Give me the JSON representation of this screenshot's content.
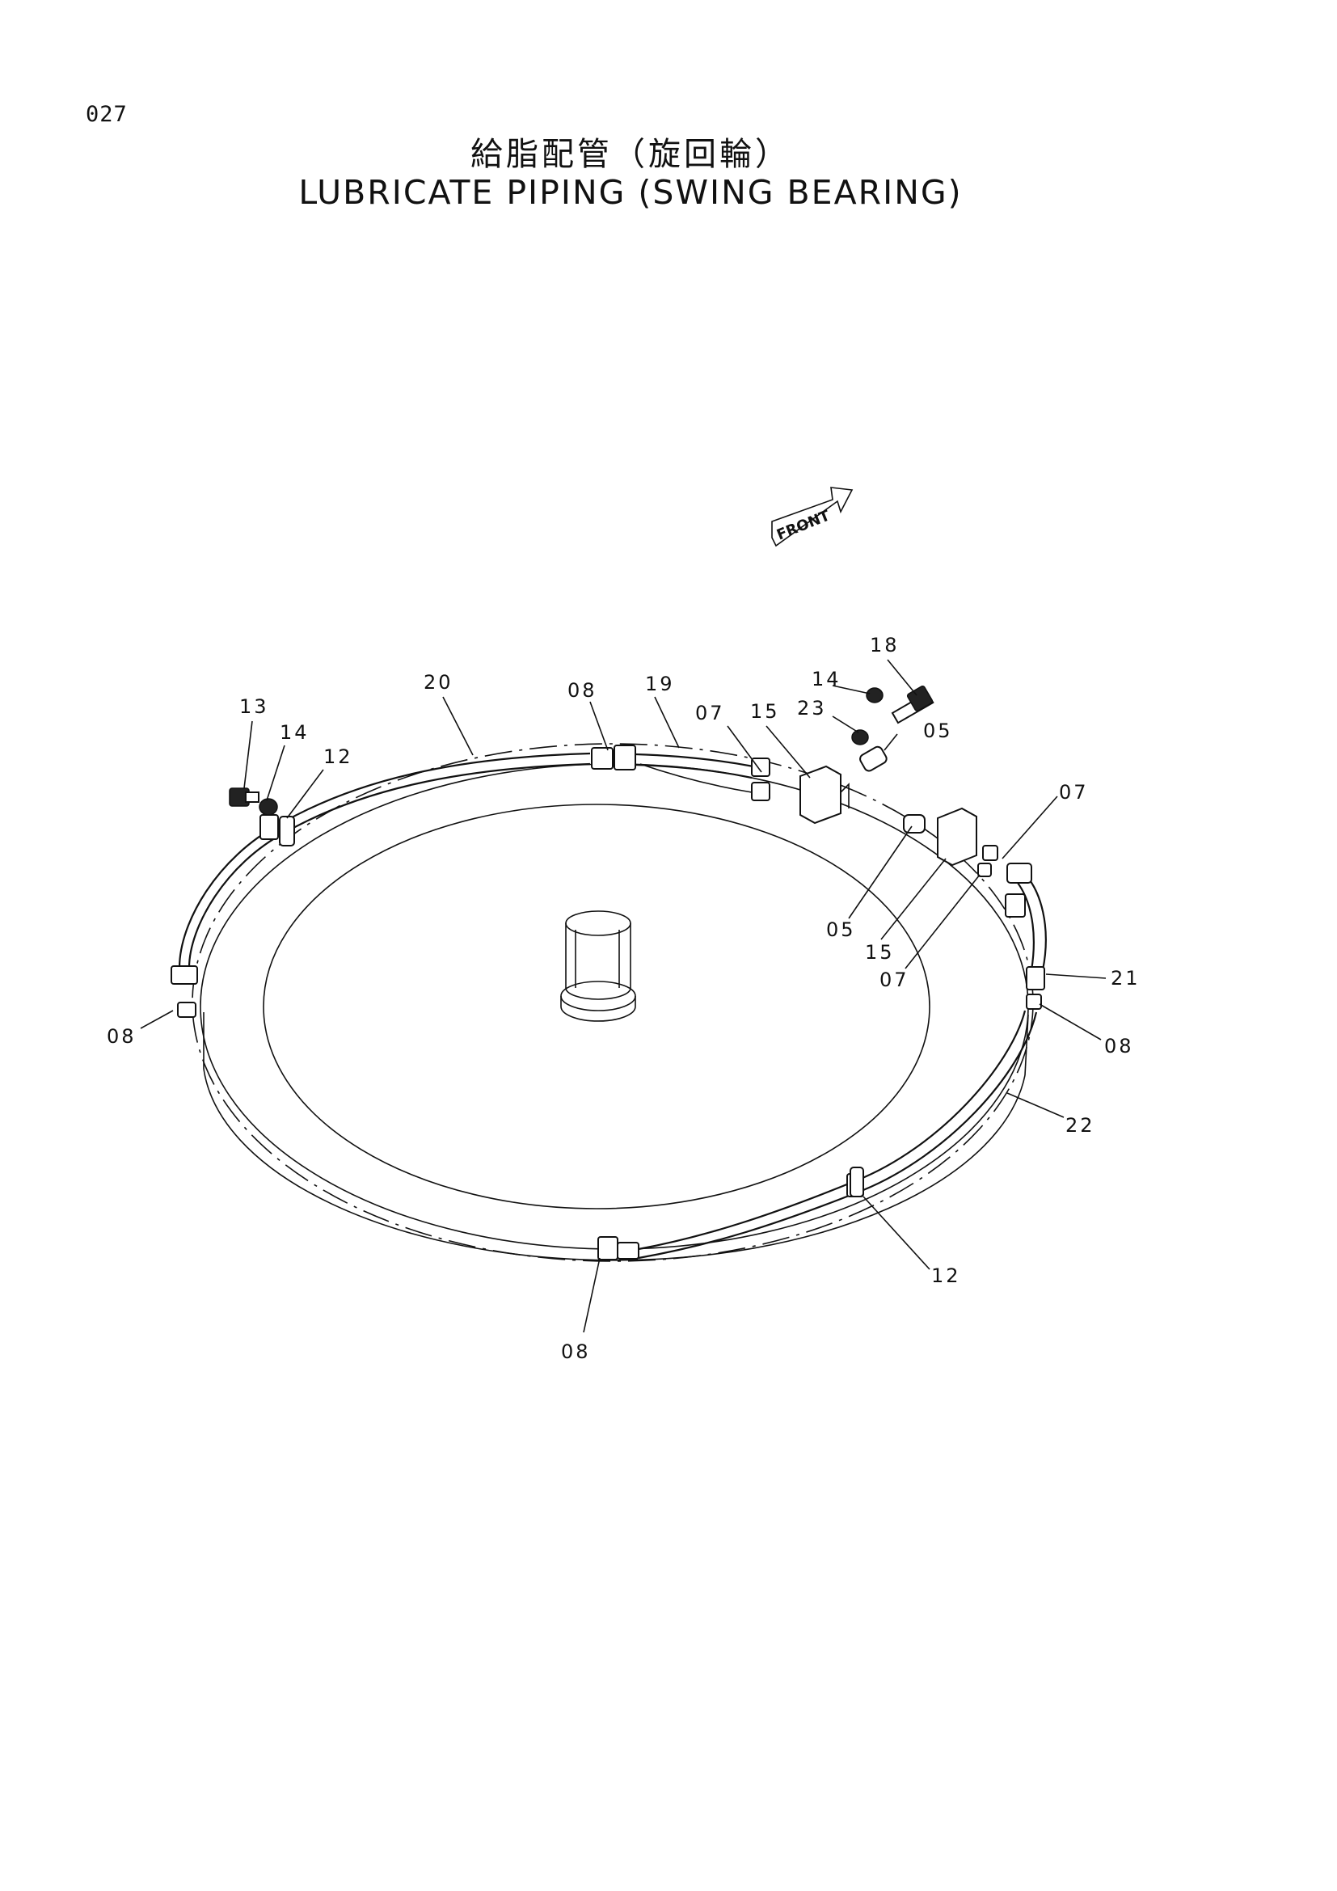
{
  "page_number": "027",
  "title_jp": "給脂配管（旋回輪）",
  "title_en": "LUBRICATE PIPING (SWING BEARING)",
  "front_label": "FRONT",
  "callouts": [
    {
      "id": "c13",
      "text": "13"
    },
    {
      "id": "c14a",
      "text": "14"
    },
    {
      "id": "c12a",
      "text": "12"
    },
    {
      "id": "c20",
      "text": "20"
    },
    {
      "id": "c08a",
      "text": "08"
    },
    {
      "id": "c19",
      "text": "19"
    },
    {
      "id": "c07a",
      "text": "07"
    },
    {
      "id": "c15a",
      "text": "15"
    },
    {
      "id": "c23",
      "text": "23"
    },
    {
      "id": "c14b",
      "text": "14"
    },
    {
      "id": "c18",
      "text": "18"
    },
    {
      "id": "c05a",
      "text": "05"
    },
    {
      "id": "c07b",
      "text": "07"
    },
    {
      "id": "c05b",
      "text": "05"
    },
    {
      "id": "c15b",
      "text": "15"
    },
    {
      "id": "c07c",
      "text": "07"
    },
    {
      "id": "c21",
      "text": "21"
    },
    {
      "id": "c08b",
      "text": "08"
    },
    {
      "id": "c08c",
      "text": "08"
    },
    {
      "id": "c22",
      "text": "22"
    },
    {
      "id": "c12b",
      "text": "12"
    },
    {
      "id": "c08d",
      "text": "08"
    }
  ]
}
